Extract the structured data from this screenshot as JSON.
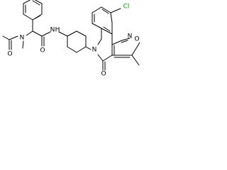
{
  "atoms": {
    "n_acetyl": "N",
    "o_acetyl": "O",
    "o_amide": "O",
    "nh_amide": "N",
    "h_amide": "H",
    "n_ring": "N",
    "o_lactam": "O",
    "o_isoxazole": "O",
    "n_isoxazole": "N",
    "cl": "Cl"
  },
  "colors": {
    "bond": "#000000",
    "chlorine": "#009900",
    "background": "#ffffff"
  }
}
